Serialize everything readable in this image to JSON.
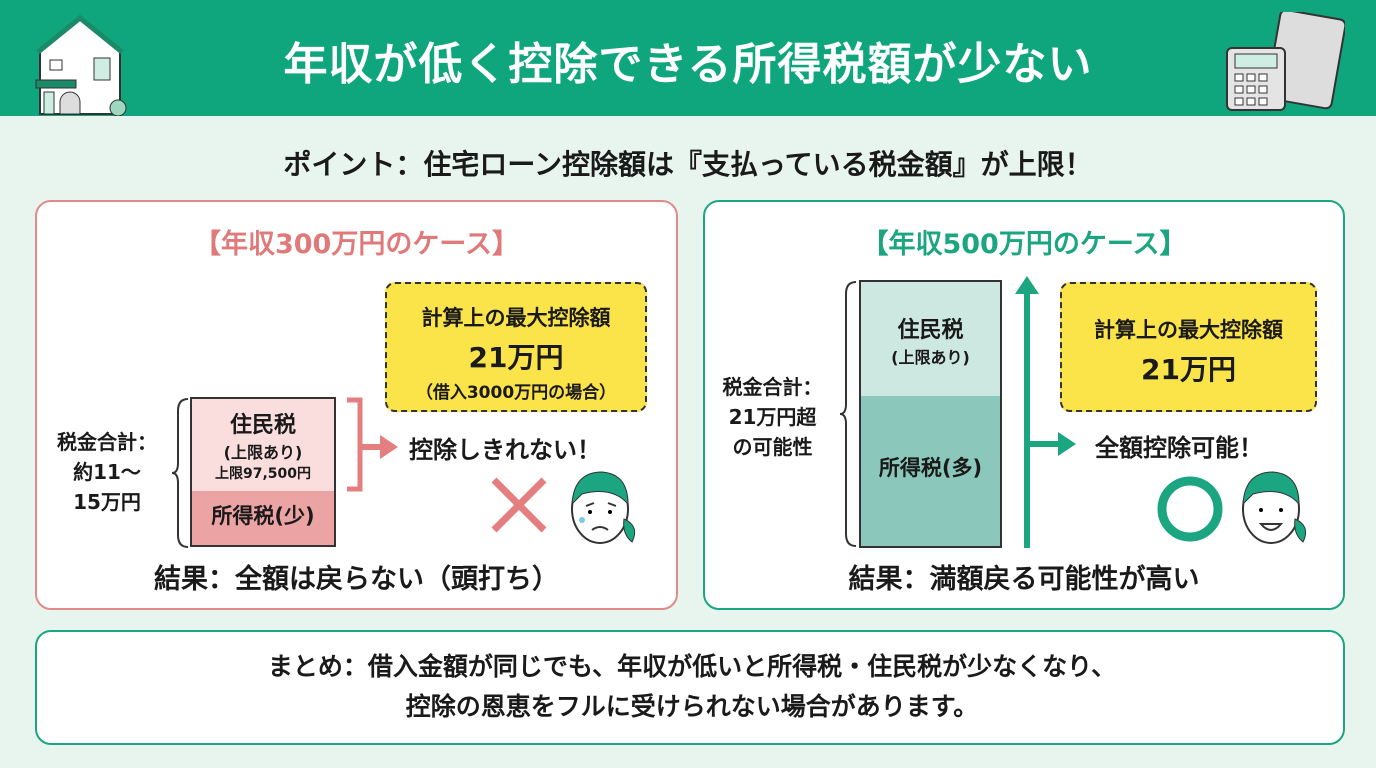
{
  "header": {
    "title": "年収が低く控除できる所得税額が少ない",
    "bg_color": "#0fa67d"
  },
  "point": "ポイント：住宅ローン控除額は『支払っている税金額』が上限！",
  "left_case": {
    "title": "【年収300万円のケース】",
    "accent": "#e07a7a",
    "tax_total_label": [
      "税金合計：",
      "約11〜",
      "15万円"
    ],
    "resident_tax": {
      "name": "住民税",
      "note": "(上限あり)",
      "cap": "上限97,500円"
    },
    "income_tax": "所得税(少)",
    "max_deduction": {
      "label": "計算上の最大控除額",
      "amount": "21万円",
      "note": "（借入3000万円の場合）"
    },
    "message": "控除しきれない！",
    "result": "結果：全額は戻らない（頭打ち）"
  },
  "right_case": {
    "title": "【年収500万円のケース】",
    "accent": "#1ba580",
    "tax_total_label": [
      "税金合計：",
      "21万円超",
      "の可能性"
    ],
    "resident_tax": {
      "name": "住民税",
      "note": "(上限あり)"
    },
    "income_tax": "所得税(多)",
    "max_deduction": {
      "label": "計算上の最大控除額",
      "amount": "21万円"
    },
    "message": "全額控除可能！",
    "result": "結果：満額戻る可能性が高い"
  },
  "summary": {
    "line1": "まとめ：借入金額が同じでも、年収が低いと所得税・住民税が少なくなり、",
    "line2": "控除の恩恵をフルに受けられない場合があります。"
  }
}
